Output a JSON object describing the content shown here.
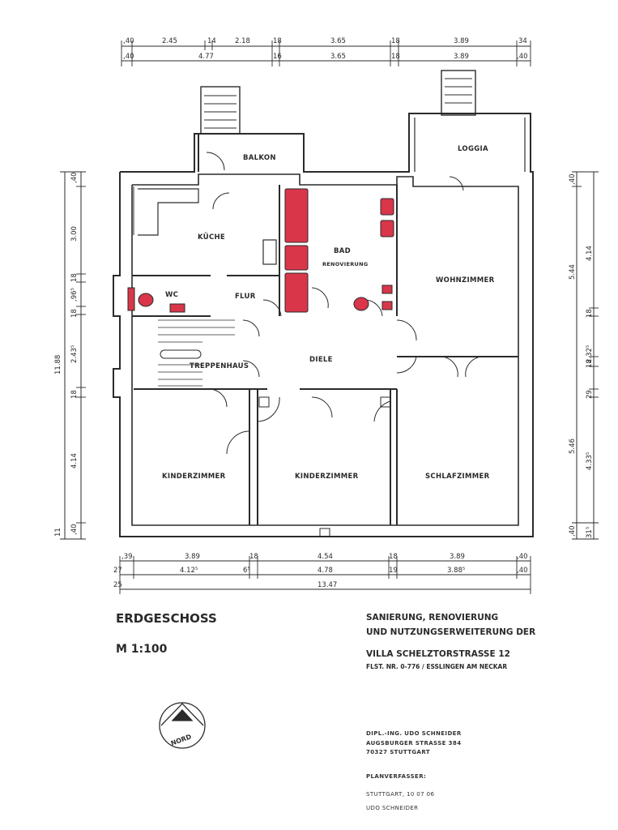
{
  "dims_top_1": [
    ",40",
    "2.45",
    "14",
    "2.18",
    "18",
    "3.65",
    "18",
    "3.89",
    "34"
  ],
  "dims_top_2": [
    ",40",
    "4.77",
    "16",
    "3.65",
    "18",
    "3.89",
    ",40"
  ],
  "dims_bottom_1": [
    ",39",
    "3.89",
    "18",
    "4.54",
    "18",
    "3.89",
    ",40"
  ],
  "dims_bottom_2": [
    "27",
    "4.12⁵",
    "6⁵",
    "4.78",
    "19",
    "3.88⁵",
    ",40"
  ],
  "dims_bottom_3": [
    "25",
    "13.47"
  ],
  "dims_left": [
    ",40",
    "3.00",
    "18",
    ",96⁵",
    "18",
    "2.43⁵",
    "18",
    "4.14",
    ",40",
    "11",
    "11.88"
  ],
  "dims_right": [
    ",40",
    "4.14",
    "5.44",
    "18",
    "2.32⁵",
    "18",
    "29",
    "5.46",
    "4.33⁵",
    ",40",
    "31⁵"
  ],
  "rooms": {
    "balkon": "BALKON",
    "loggia": "LOGGIA",
    "kueche": "KÜCHE",
    "bad": "BAD",
    "renovierung": "RENOVIERUNG",
    "wohnzimmer": "WOHNZIMMER",
    "wc": "WC",
    "flur": "FLUR",
    "treppenhaus": "TREPPENHAUS",
    "diele": "DIELE",
    "kinderzimmer_1": "KINDERZIMMER",
    "kinderzimmer_2": "KINDERZIMMER",
    "schlafzimmer": "SCHLAFZIMMER"
  },
  "title_block": {
    "floor": "ERDGESCHOSS",
    "scale": "M 1:100",
    "project_1": "SANIERUNG, RENOVIERUNG",
    "project_2": "UND NUTZUNGSERWEITERUNG DER",
    "villa": "VILLA SCHELZTORSTRASSE 12",
    "flst": "FLST. NR. 0-776 / ESSLINGEN AM NECKAR",
    "architect": "DIPL.-ING. UDO SCHNEIDER",
    "street": "AUGSBURGER STRASSE 384",
    "city": "70327 STUTTGART",
    "planverfasser": "PLANVERFASSER:",
    "date": "STUTTGART, 10 07 06",
    "name": "UDO SCHNEIDER",
    "north": "NORD"
  },
  "colors": {
    "sanitary": "#d9364a",
    "line": "#2b2b2b"
  }
}
